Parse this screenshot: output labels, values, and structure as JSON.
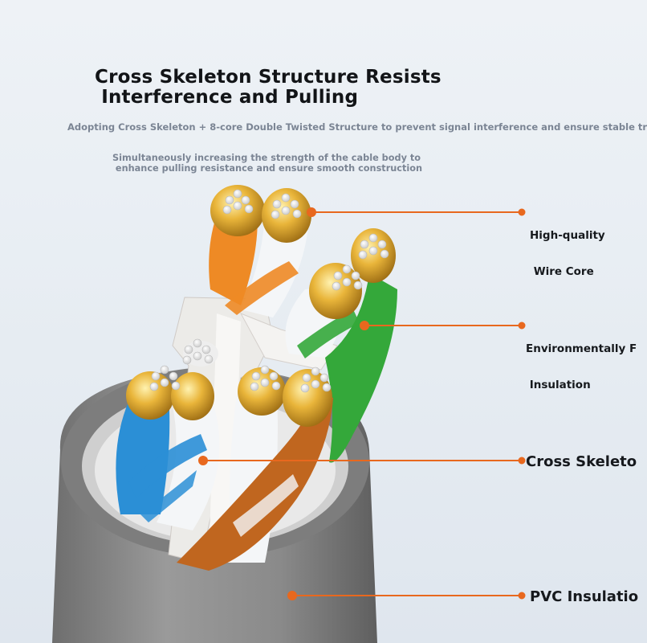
{
  "header": {
    "title_lines": [
      "Cross Skeleton Structure Resists",
      " Interference and Pulling"
    ],
    "description": "Adopting Cross Skeleton + 8-core Double Twisted Structure to prevent signal interference and ensure stable tr",
    "sub_description_lines": [
      "Simultaneously increasing the strength of the cable body to",
      " enhance pulling resistance and ensure smooth construction"
    ]
  },
  "callouts": {
    "wire_core": [
      "High-quality",
      " Wire Core"
    ],
    "insulation": [
      "Environmentally F",
      " Insulation"
    ],
    "cross_skeleton": "Cross Skeleto",
    "pvc": "PVC Insulatio"
  },
  "colors": {
    "leader_line": "#e8681e",
    "cable_jacket": "#8c8c8c",
    "orange_pair": "#ee8a25",
    "blue_pair": "#2b8fd6",
    "green_pair": "#34a83a",
    "brown_pair": "#c0661f",
    "copper": "#e4b23a"
  },
  "illustration": {
    "subject": "cat-cable-cross-section",
    "icons": [
      "cable-jacket",
      "cross-skeleton",
      "twisted-pair-orange",
      "twisted-pair-blue",
      "twisted-pair-green",
      "twisted-pair-brown"
    ]
  }
}
